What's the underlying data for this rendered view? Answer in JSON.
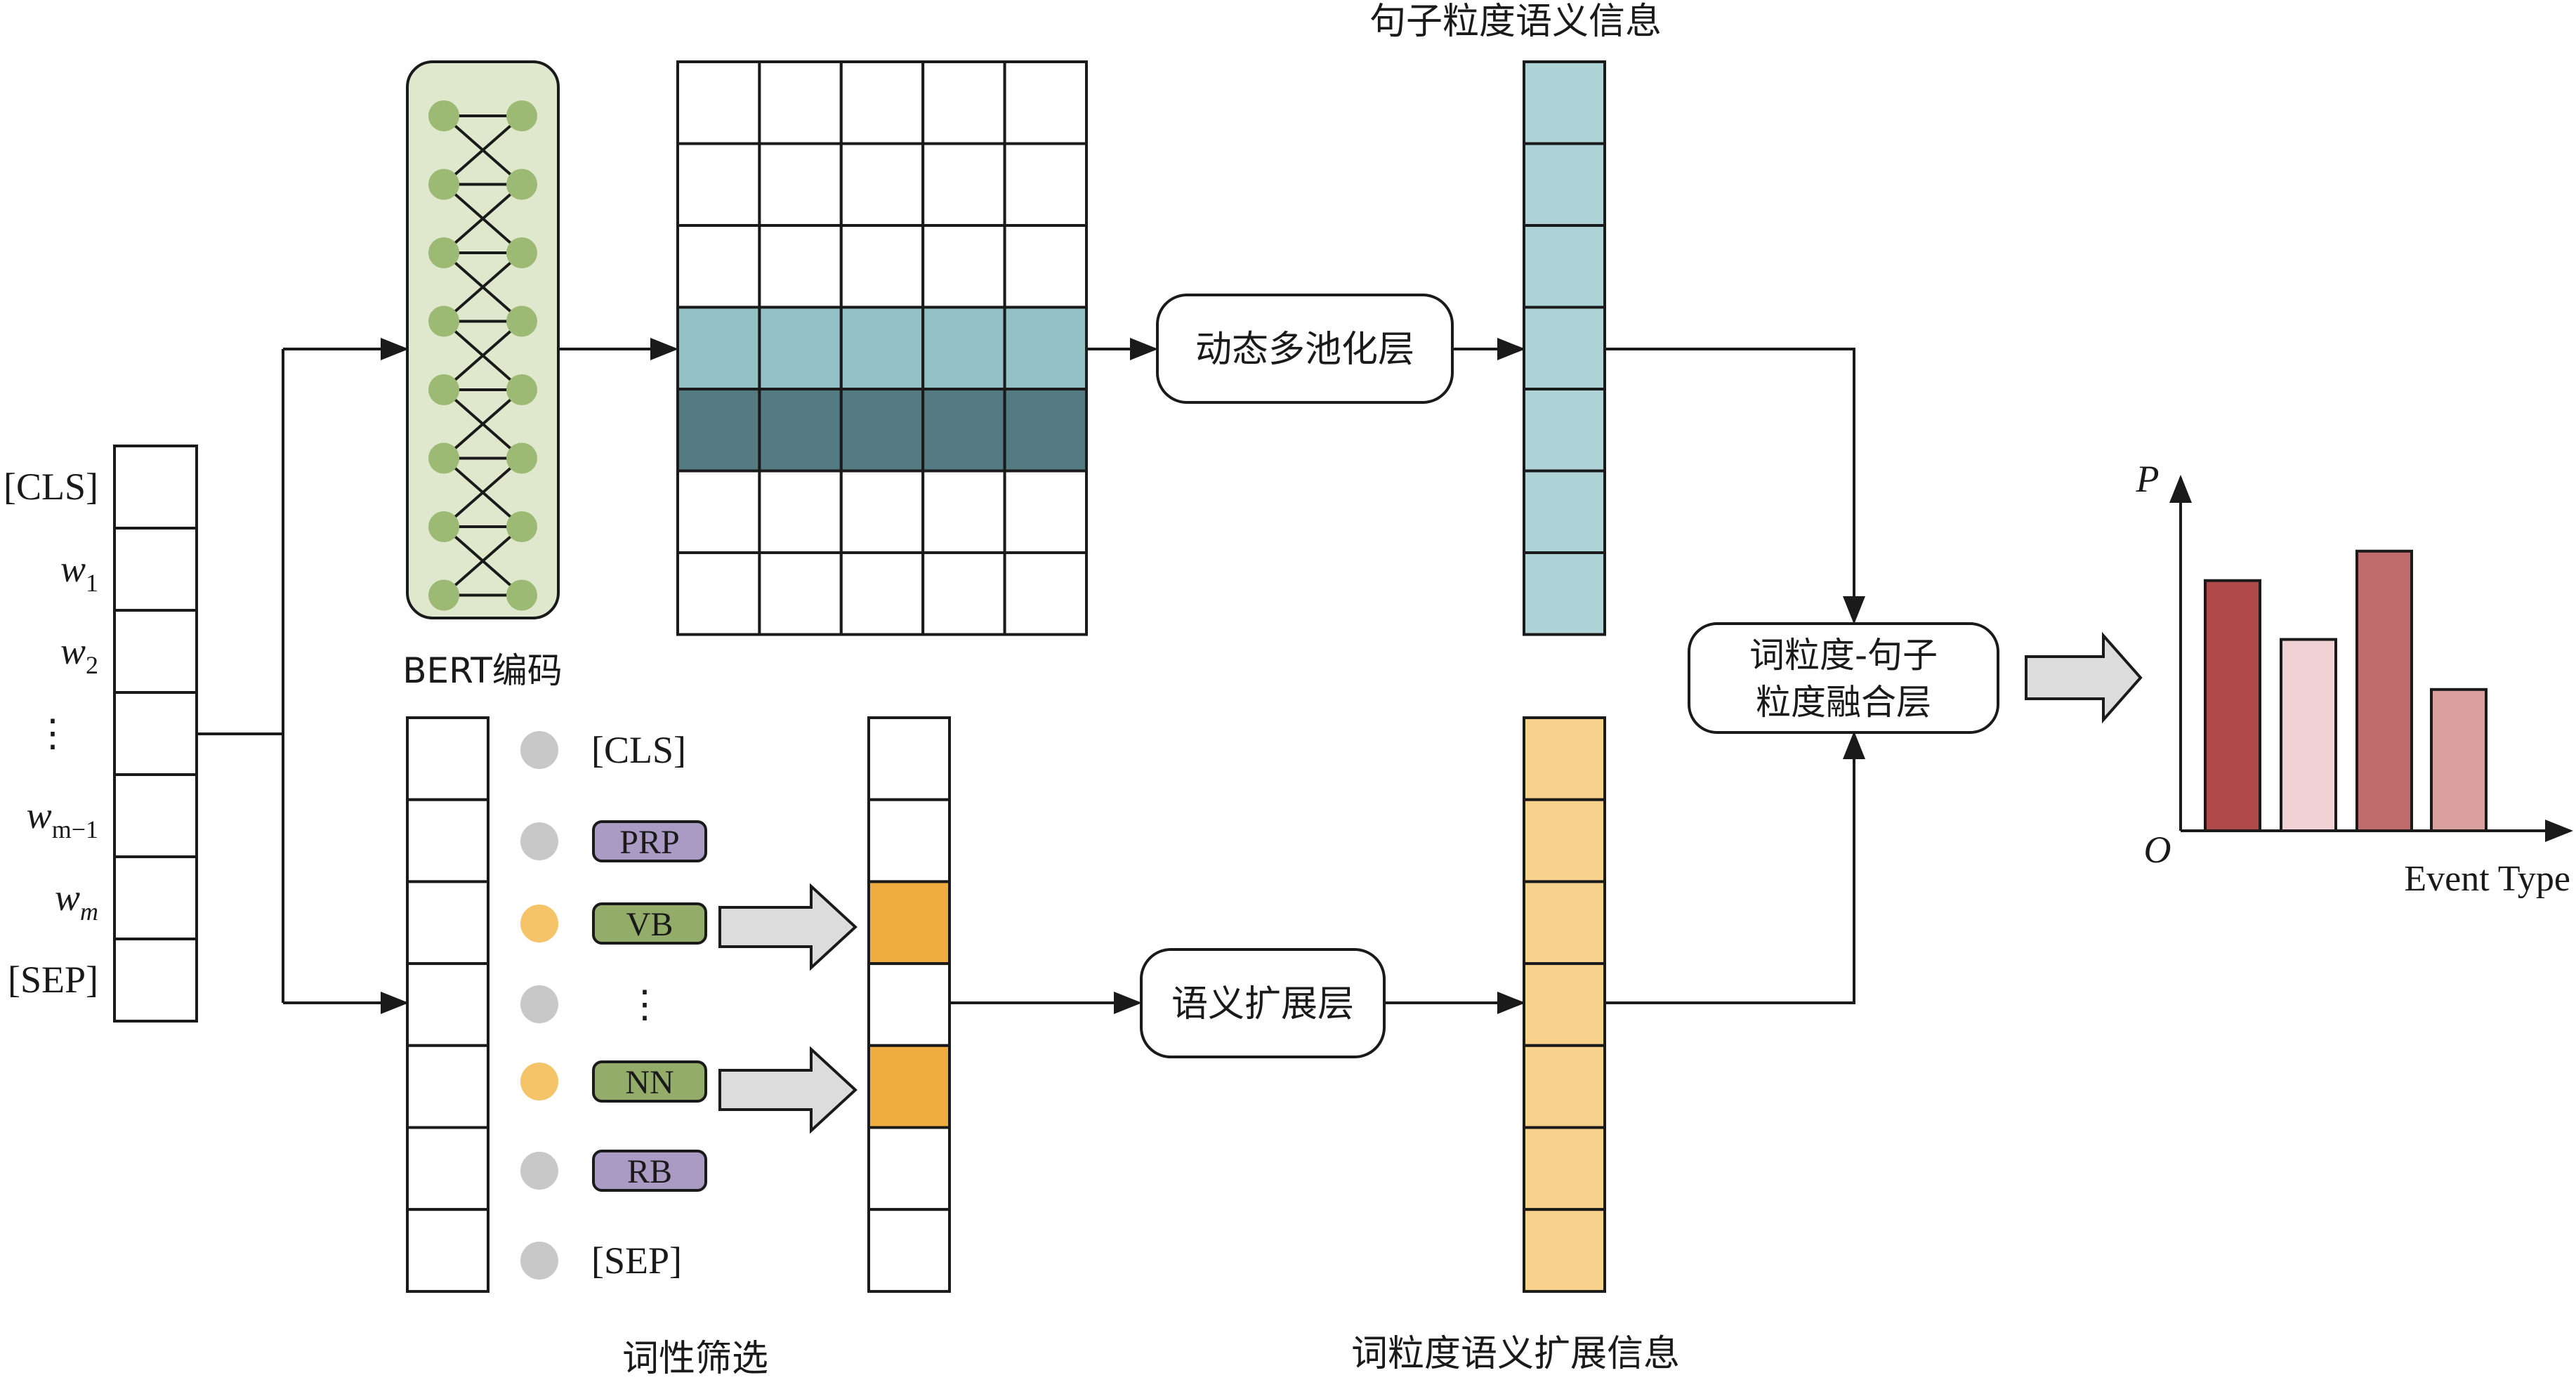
{
  "colors": {
    "bert_bg": "#dfe7cc",
    "bert_node": "#9cba73",
    "row_light": "#94c1c6",
    "row_dark": "#547a82",
    "sentence_vec": "#aed3d7",
    "word_vec": "#f7d28c",
    "highlight": "#f0ad3f",
    "dot_gray": "#c8c8c8",
    "dot_orange": "#f6c468",
    "tag_purple": "#a99bc4",
    "tag_green": "#93ac69",
    "bar1": "#b04a4a",
    "bar2": "#f1d2d4",
    "bar3": "#c06c6c",
    "bar4": "#d9a09e",
    "fat_arrow": "#dcdcdc"
  },
  "input_tokens": [
    {
      "base": "[CLS]",
      "sub": ""
    },
    {
      "base": "w",
      "sub": "1"
    },
    {
      "base": "w",
      "sub": "2"
    },
    {
      "base": "⋮",
      "sub": ""
    },
    {
      "base": "w",
      "sub": "m−1"
    },
    {
      "base": "w",
      "sub": "m"
    },
    {
      "base": "[SEP]",
      "sub": ""
    }
  ],
  "bert_label": "BERT编码",
  "pooling_layer": "动态多池化层",
  "sentence_info_title": "句子粒度语义信息",
  "pos_filter_label": "词性筛选",
  "pos_items": [
    {
      "text": "[CLS]",
      "kind": "plain",
      "dot": "gray"
    },
    {
      "text": "PRP",
      "kind": "purple",
      "dot": "gray"
    },
    {
      "text": "VB",
      "kind": "green",
      "dot": "orange"
    },
    {
      "text": "⋮",
      "kind": "plain",
      "dot": "gray"
    },
    {
      "text": "NN",
      "kind": "green",
      "dot": "orange"
    },
    {
      "text": "RB",
      "kind": "purple",
      "dot": "gray"
    },
    {
      "text": "[SEP]",
      "kind": "plain",
      "dot": "gray"
    }
  ],
  "expansion_layer": "语义扩展层",
  "word_info_title": "词粒度语义扩展信息",
  "fusion_layer": [
    "词粒度-句子",
    "粒度融合层"
  ],
  "chart_data": {
    "type": "bar",
    "ylabel": "P",
    "xlabel": "Event Type",
    "origin": "O",
    "values": [
      0.85,
      0.65,
      0.95,
      0.48
    ],
    "ylim": [
      0,
      1.2
    ]
  }
}
